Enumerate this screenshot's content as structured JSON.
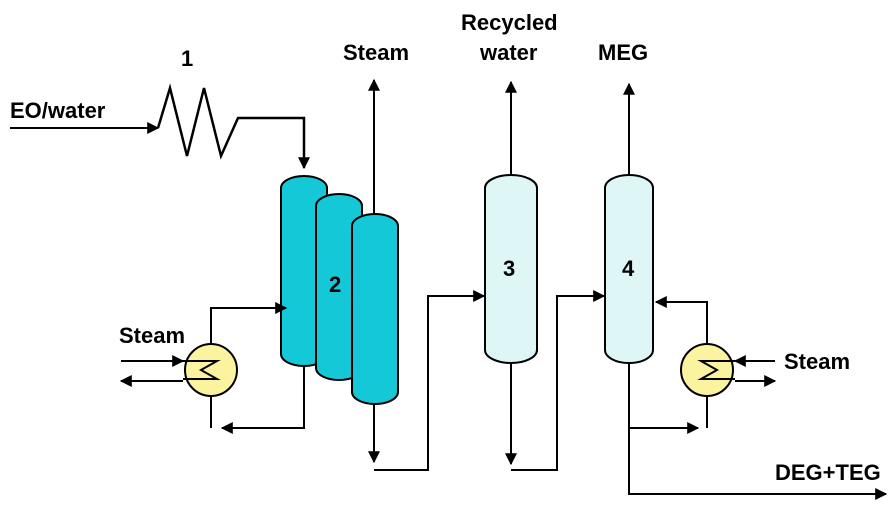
{
  "labels": {
    "feed": "EO/water",
    "reactor_number": "1",
    "evaporator_steam_out": "Steam",
    "recycled_water_line1": "Recycled",
    "recycled_water_line2": "water",
    "meg": "MEG",
    "steam_left_reboiler": "Steam",
    "steam_right_reboiler": "Steam",
    "deg_teg": "DEG+TEG",
    "unit_2": "2",
    "unit_3": "3",
    "unit_4": "4"
  },
  "colors": {
    "evaporator_fill": "#14c8d8",
    "column_fill": "#dff6f7",
    "reboiler_fill": "#fbf3a0",
    "line": "#000000"
  }
}
